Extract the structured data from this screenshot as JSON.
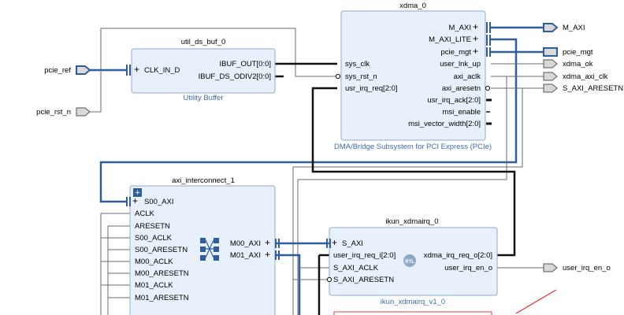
{
  "external_ports": {
    "pcie_ref": "pcie_ref",
    "pcie_rst_n": "pcie_rst_n",
    "m_axi": "M_AXI",
    "pcie_mgt": "pcie_mgt",
    "xdma_ok": "xdma_ok",
    "xdma_axi_clk": "xdma_axi_clk",
    "s_axi_aresetn": "S_AXI_ARESETN",
    "user_irq_en_o": "user_irq_en_o"
  },
  "util_ds_buf": {
    "instance": "util_ds_buf_0",
    "subtitle": "Utility Buffer",
    "in_port": "CLK_IN_D",
    "out_ports": [
      "IBUF_OUT[0:0]",
      "IBUF_DS_ODIV2[0:0]"
    ]
  },
  "xdma": {
    "instance": "xdma_0",
    "subtitle": "DMA/Bridge Subsystem for PCI Express (PCIe)",
    "left_ports": [
      "sys_clk",
      "sys_rst_n",
      "usr_irq_req[2:0]"
    ],
    "right_ports": [
      "M_AXI",
      "M_AXI_LITE",
      "pcie_mgt",
      "user_lnk_up",
      "axi_aclk",
      "axi_aresetn",
      "usr_irq_ack[2:0]",
      "msi_enable",
      "msi_vector_width[2:0]"
    ]
  },
  "axi_interconnect": {
    "instance": "axi_interconnect_1",
    "left_ports": [
      "S00_AXI",
      "ACLK",
      "ARESETN",
      "S00_ACLK",
      "S00_ARESETN",
      "M00_ACLK",
      "M00_ARESETN",
      "M01_ACLK",
      "M01_ARESETN"
    ],
    "right_ports": [
      "M00_AXI",
      "M01_AXI"
    ]
  },
  "ikun": {
    "instance": "ikun_xdmairq_0",
    "subtitle": "ikun_xdmairq_v1_0",
    "badge": "RTL",
    "left_ports": [
      "S_AXI",
      "user_irq_req_i[2:0]",
      "S_AXI_ACLK",
      "S_AXI_ARESETN"
    ],
    "right_ports": [
      "xdma_irq_req_o[2:0]",
      "user_irq_en_o"
    ]
  }
}
